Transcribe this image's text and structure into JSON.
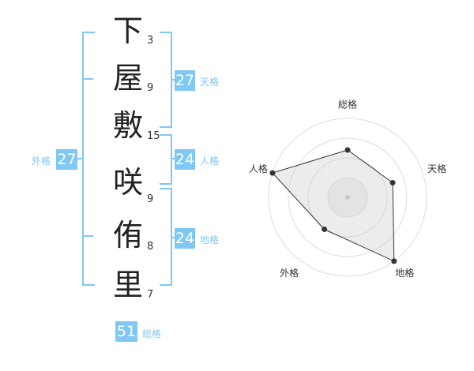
{
  "name": {
    "chars": [
      {
        "char": "下",
        "strokes": "3"
      },
      {
        "char": "屋",
        "strokes": "9"
      },
      {
        "char": "敷",
        "strokes": "15"
      },
      {
        "char": "咲",
        "strokes": "9"
      },
      {
        "char": "侑",
        "strokes": "8"
      },
      {
        "char": "里",
        "strokes": "7"
      }
    ]
  },
  "kaku": {
    "ten": {
      "label": "天格",
      "value": "27"
    },
    "jin": {
      "label": "人格",
      "value": "24"
    },
    "chi": {
      "label": "地格",
      "value": "24"
    },
    "gai": {
      "label": "外格",
      "value": "27"
    },
    "sou": {
      "label": "総格",
      "value": "51"
    }
  },
  "colors": {
    "accent": "#7ec8f3"
  },
  "chart_data": {
    "type": "radar",
    "axes": [
      "総格",
      "天格",
      "地格",
      "外格",
      "人格"
    ],
    "values": [
      0.6,
      0.6,
      1.0,
      0.5,
      1.0
    ],
    "max": 1.0,
    "rings": 4
  }
}
